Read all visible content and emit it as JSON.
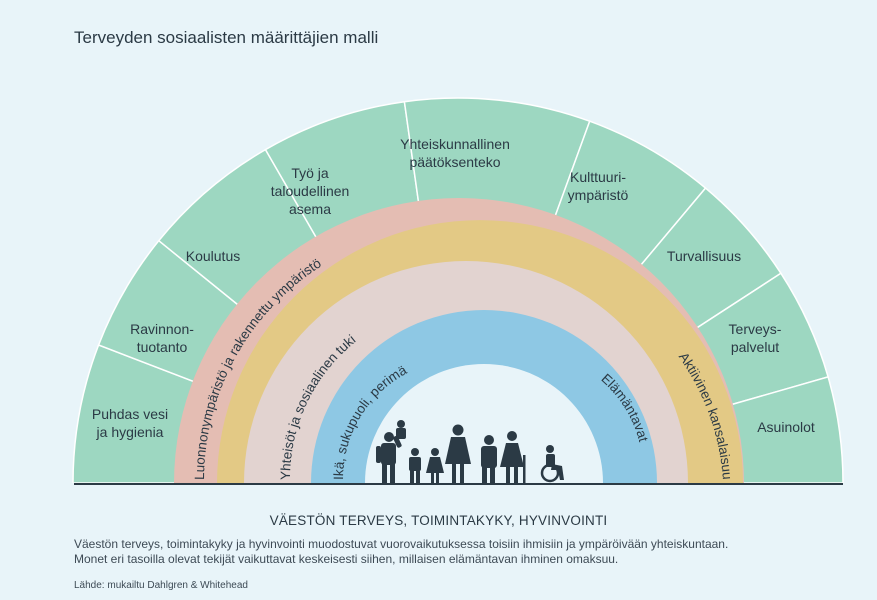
{
  "title": "Terveyden sosiaalisten määrittäjien malli",
  "colors": {
    "outer": "#9dd7c1",
    "outer_stroke": "#ffffff",
    "environment": "#e4bdb3",
    "participation": "#e3c985",
    "community": "#e2d3d0",
    "individual": "#8ec8e4",
    "inner": "#e8f4f9",
    "people": "#2b3a45",
    "background": "#e8f4f9"
  },
  "outer_sectors": [
    {
      "lines": [
        "Puhdas vesi",
        "ja hygienia"
      ]
    },
    {
      "lines": [
        "Ravinnon-",
        "tuotanto"
      ]
    },
    {
      "lines": [
        "Koulutus"
      ]
    },
    {
      "lines": [
        "Työ ja",
        "taloudellinen",
        "asema"
      ]
    },
    {
      "lines": [
        "Yhteiskunnallinen",
        "päätöksenteko"
      ]
    },
    {
      "lines": [
        "Kulttuuri-",
        "ympäristö"
      ]
    },
    {
      "lines": [
        "Turvallisuus"
      ]
    },
    {
      "lines": [
        "Terveys-",
        "palvelut"
      ]
    },
    {
      "lines": [
        "Asuinolot"
      ]
    }
  ],
  "arcs": {
    "environment": "Luonnonympäristö ja rakennettu ympäristö",
    "participation": "Aktiivinen kansalaisuus",
    "community": "Yhteisöt ja sosiaalinen tuki",
    "individual_left": "Ikä, sukupuoli, perimä",
    "individual_right": "Elämäntavat"
  },
  "people_icon": "family-people-icon",
  "outcome_title": "VÄESTÖN TERVEYS, TOIMINTAKYKY, HYVINVOINTI",
  "description_line1": "Väestön terveys, toimintakyky ja hyvinvointi muodostuvat vuorovaikutuksessa toisiin ihmisiin ja ympäröivään yhteiskuntaan.",
  "description_line2": "Monet eri tasoilla olevat tekijät vaikuttavat keskeisesti siihen, millaisen elämäntavan ihminen omaksuu.",
  "source": "Lähde: mukailtu Dahlgren & Whitehead"
}
